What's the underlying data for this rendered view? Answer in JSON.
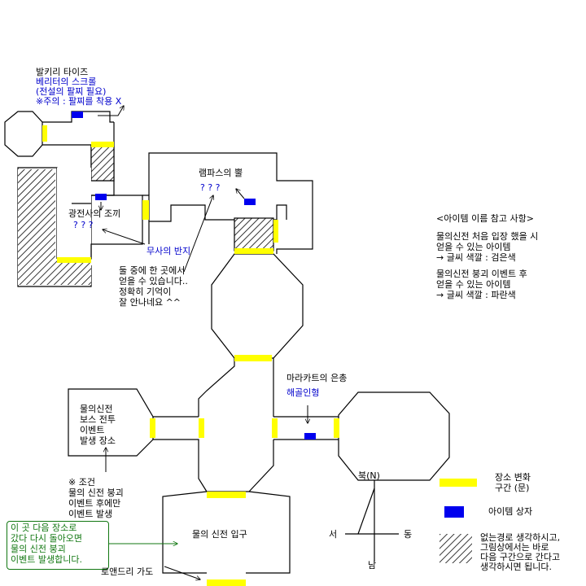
{
  "map": {
    "walls_color": "#000000",
    "door_color": "#ffff00",
    "chest_color": "#0000ee",
    "note_color": "#117711"
  },
  "labels": {
    "valkyrie_title": "발키리 타이즈",
    "valkyrie_item": "베리터의 스크롤",
    "valkyrie_req": "(전설의 팔찌 필요)",
    "valkyrie_warn": "※주의 : 팔찌를 착용 X",
    "berserker": "광전사의 조끼",
    "berserker_unknown": "? ? ?",
    "lampas": "램파스의 뿔",
    "lampas_unknown": "? ? ?",
    "warrior_ring": "무사의 반지",
    "memory_note": [
      "둘 중에 한 곳에서",
      "얻을 수 있습니다..",
      "정확히 기억이",
      "잘 안나네요 ^^"
    ],
    "marakart_title": "마라카트의 은총",
    "marakart_item": "해골인형",
    "boss_room": [
      "물의신전",
      "보스 전투",
      "이벤트",
      "발생 장소"
    ],
    "condition": [
      "※ 조건",
      "물의 신전 붕괴",
      "이벤트 후에만",
      "이벤트 발생"
    ],
    "green_note": [
      "이 곳 다음 장소로",
      "갔다 다시 돌아오면",
      "물의 신전 붕괴",
      "이벤트 발생합니다."
    ],
    "entrance": "물의 신전 입구",
    "roandri": "로앤드리 가도"
  },
  "compass": {
    "north": "북(N)",
    "west": "서",
    "east": "동",
    "south": "남"
  },
  "item_notes": {
    "title": "<아이템 이름 참고 사항>",
    "first": [
      "물의신전 처음 입장 했을 시",
      "얻을 수 있는 아이템",
      "→ 글씨 색깔 : 검은색"
    ],
    "second": [
      "물의신전 붕괴 이벤트 후",
      "얻을 수 있는 아이템",
      "→ 글씨 색깔 : 파란색"
    ]
  },
  "legend": {
    "door": [
      "장소 변화",
      "구간 (문)"
    ],
    "chest": "아이템 상자",
    "hidden": [
      "없는경로 생각하시고,",
      "그림상에서는 바로",
      "다음 구간으로 간다고",
      "생각하시면 됩니다."
    ]
  }
}
